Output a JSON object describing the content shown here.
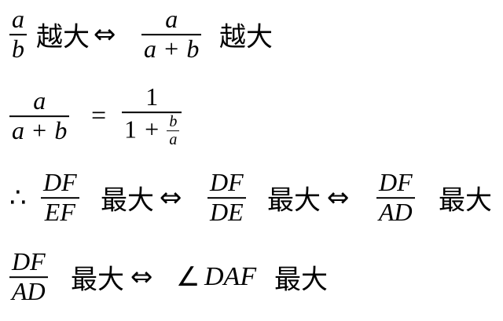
{
  "line1": {
    "frac_a": {
      "num": "a",
      "den": "b"
    },
    "text_1": "越大",
    "iff": "⇔",
    "frac_b": {
      "num": "a",
      "den_left": "a",
      "den_op": "+",
      "den_right": "b"
    },
    "text_2": "越大"
  },
  "line2": {
    "frac_lhs": {
      "num": "a",
      "den_left": "a",
      "den_op": "+",
      "den_right": "b"
    },
    "eq": "=",
    "frac_rhs": {
      "num": "1",
      "den_left": "1",
      "den_op": "+",
      "inner_num": "b",
      "inner_den": "a"
    }
  },
  "line3": {
    "therefore": "∴",
    "frac_1": {
      "num": "DF",
      "den": "EF"
    },
    "text_1": "最大",
    "iff_1": "⇔",
    "frac_2": {
      "num": "DF",
      "den": "DE"
    },
    "text_2": "最大",
    "iff_2": "⇔",
    "frac_3": {
      "num": "DF",
      "den": "AD"
    },
    "text_3": "最大"
  },
  "line4": {
    "frac_1": {
      "num": "DF",
      "den": "AD"
    },
    "text_1": "最大",
    "iff": "⇔",
    "angle": "∠",
    "angle_name": "DAF",
    "text_2": "最大"
  }
}
